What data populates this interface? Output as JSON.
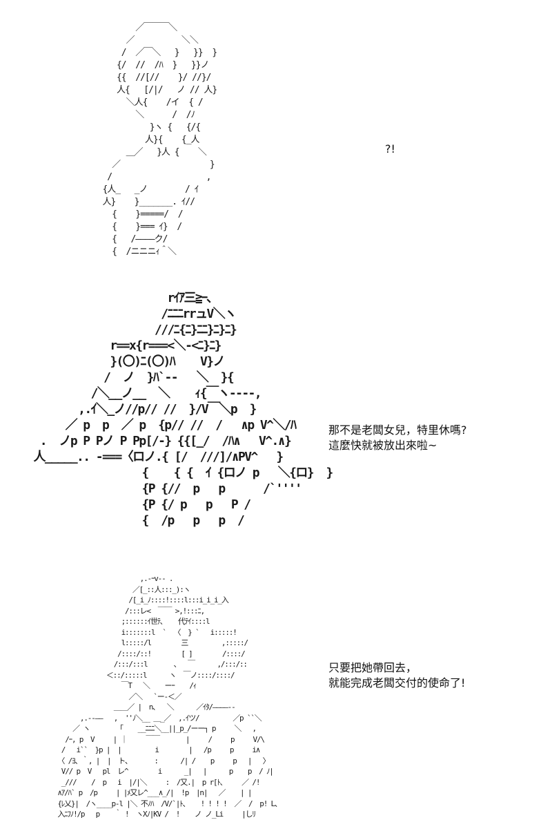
{
  "panels": [
    {
      "art": "          ／￣￣￣＼\n        ／          ＼＼\n       /  ／￣＼   }   }}  }\n      {/  //  /ﾊ  }   }}ノ\n      {{  //[//    }/ //}/\n      人{   [/|/   ノ // 人}\n        ＼人{    /イ  { /\n          ＼      /  /ﾉ\n             }ヽ {   {/{\n            人}{    {_人\n        ＿／   }人 {    ＼\n     ／                   }\n    /                    ,\n   {人_   _ノ        / ｲ\n   人}    }_______. ｲ//\n     {    }=====/  /\n     {    }=== ｲ}  /\n     {   /――――ク/\n     {  /ニニニｨ＾＼",
      "dialogue": "?!"
    },
    {
      "art": "                       rｲｱ三≧ｰ､\n                      /ﾆﾆﾆrrュV＼ヽ\n                     ///ﾆ{ﾆ}ﾆﾆ}ﾆ}ﾆ}\n              r==x{r===<＼-<ﾆ}ﾆ}\n              }(〇)ﾆ(〇)ﾊ    V}ノ\n             /  ノ  }ﾊ`--   ＼  }{\n           /＼__ノ__  ＼    ｨ{￣ヽ----,\n         ,.ｲ＼_ノ//p// //  }/V￣＼p  }\n       ／ p  p  ／ p  {p// //  /   ∧p V^＼/ﾊ\n   .  ノp P Pノ P Pp[/-} {{[_/  /ﾊ∧   V^.∧}\n  人_____.. -===〈ロノ.{ [/  ///]/∧PV^   }\n                   {    { {  ｲ {ロノ p   ＼{ロ}  }\n                   {P {//  p   p      /`''''\n                   {P {/ p   p   P /\n                   {  /p   p   p  /",
      "dialogue": "那不是老闆女兒，特里休嗎?\n這麼快就被放出來啦~"
    },
    {
      "art": "                              ,.-ｰv-- .\n                            ／[_::人:::_):ヽ\n                           /[_i_ﾉ::::!::::l:::i_i_i_入\n                          /:::レ<  ￣￣ >,!:::ﾆ,\n                         ;::::::ｲ世ﾃ､    代ﾃｲ::::l\n                         i:::::::l  `  〈  } `   i:::::!\n                         l:::::/l        三         ,:::::/\n                        /::::/::!        [ ]        /::::/\n                       /:::/:::l       、  ￣      ,/:::/::\n                     ＜::/:::::l      ヽ  ￣ノ::::/::::/\n                         ￣T   ＼    ーｰ    /ｨ\n                           ／＼   `ー-＜／\n                       ＿＿／ |  n､   ＼      ／ｲﾀ/――――--\n              ,.--――   ,  ''ﾉ＼__ ＿_／  ,.ｲツ/         ／p ``＼\n            ／ ヽ       「    __ﾆﾆﾆ＼__||_p_/ーー┐ p     ＼   ,\n          /ｰ, p  V     | ｜     ￣￣       |     /     p     V/\\\n         /   i``  }p |  |         i        |   /p     p     i∧\n        〈 /ﾖ、｀, |  |  ト､       :      /| /    p     p   |   〉\n         V// p  V   pl  レ^        i      _|   |      p    p  / ﾉ|\n         _///    /  p   i  |/|＼     :  /又.|  p r[ﾄ､     ／ /!\n        ∧ｱ/ﾊ` p  /p     | |ﾒ又レ^___∧_/|  !p  |n|   ／    | |\n        {ﾚ乂}|  /ヽ____p-l |＼ 不ﾉﾊ  /V/`|ﾄ、   ! ! ! !  ／  /  p! L､\n        入ﾆﾌﾉ!/p   p    ｀ !  ヽXﾉ|KV /  !    ノ ノ_Li     |しﾘ",
      "dialogue": "只要把她帶回去，\n就能完成老闆交付的使命了!"
    }
  ]
}
